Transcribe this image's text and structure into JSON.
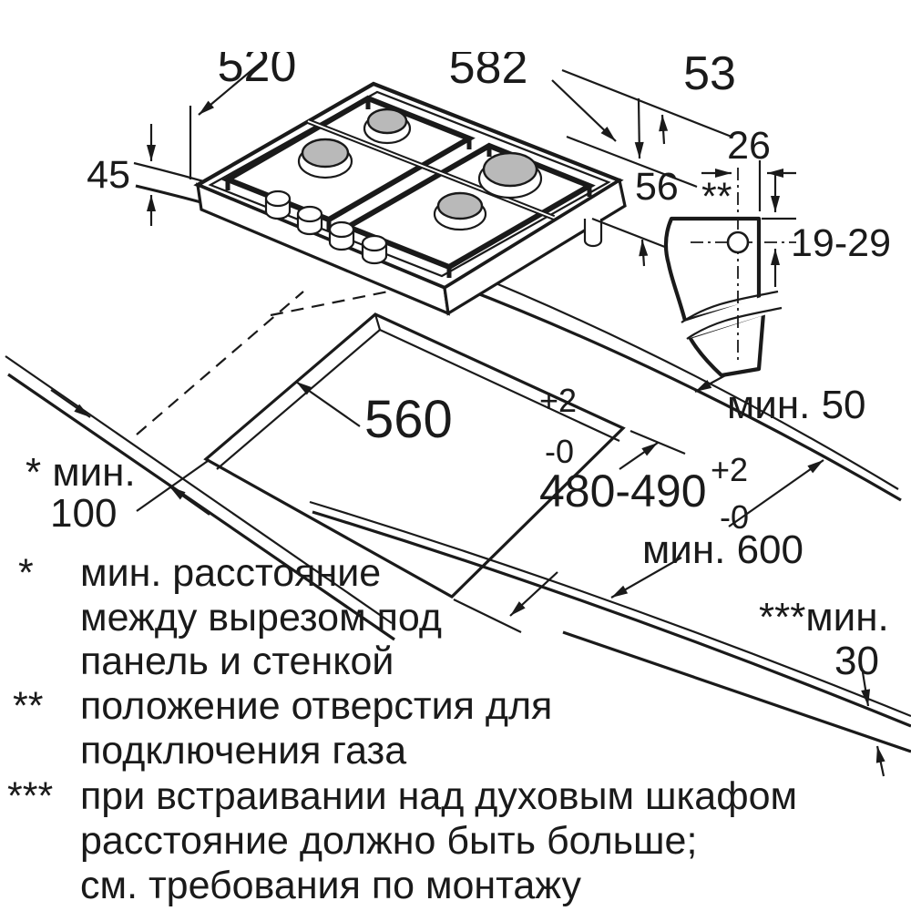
{
  "colors": {
    "line": "#1a1a1a",
    "burner_cap": "#b9b9b9",
    "background": "#ffffff"
  },
  "dims": {
    "width_top": "520",
    "width_overall": "582",
    "side_top": "53",
    "height": "45",
    "height_total": "56",
    "gas_offset": "26",
    "gas_marker": "**",
    "gas_depth": "19-29",
    "cutout_width": "560",
    "cutout_width_tol_plus": "+2",
    "cutout_width_tol_minus": "-0",
    "cutout_depth": "480-490",
    "cutout_depth_tol_plus": "+2",
    "cutout_depth_tol_minus": "-0",
    "min_rear": "мин. 50",
    "min_side_label": "* мин.",
    "min_side_value": "100",
    "min_depth": "мин. 600",
    "min_oven_label": "***мин.",
    "min_oven_value": "30"
  },
  "footnotes": [
    {
      "marker": "*",
      "lines": [
        "мин. расстояние",
        "между вырезом под",
        "панель и стенкой"
      ]
    },
    {
      "marker": "**",
      "lines": [
        "положение отверстия для",
        "подключения газа"
      ]
    },
    {
      "marker": "***",
      "lines": [
        "при встраивании над духовым шкафом",
        "расстояние должно быть больше;",
        "см. требования по монтажу"
      ]
    }
  ]
}
